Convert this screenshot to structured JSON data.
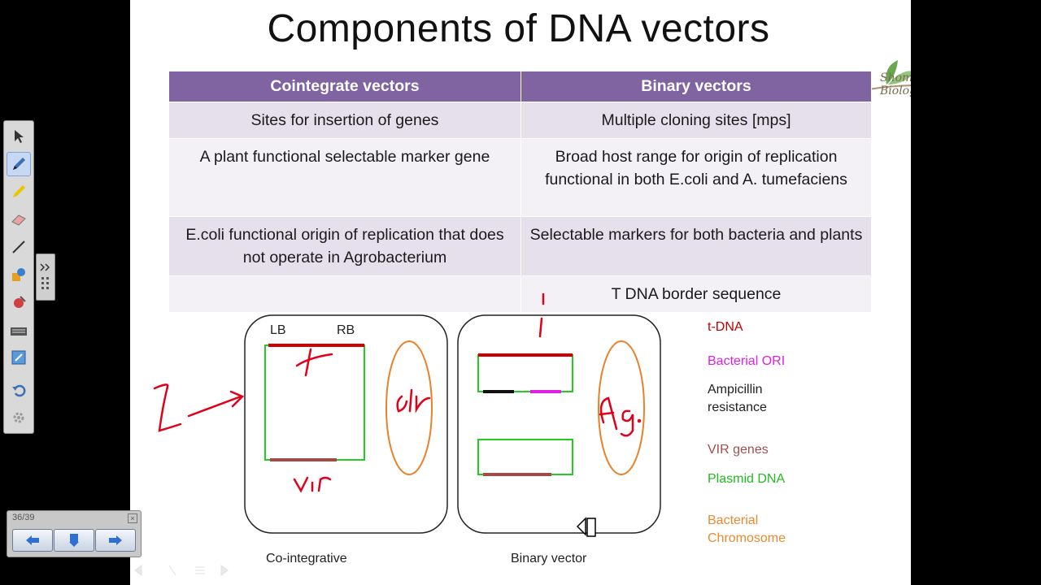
{
  "slide": {
    "title": "Components of DNA vectors",
    "table": {
      "headers": [
        "Cointegrate vectors",
        "Binary vectors"
      ],
      "rows": [
        [
          "Sites for insertion of genes",
          "Multiple cloning sites [mps]"
        ],
        [
          "A plant functional selectable marker gene",
          "Broad host range for origin of replication functional in both E.coli and A. tumefaciens"
        ],
        [
          "E.coli functional origin of replication that does not operate in Agrobacterium",
          "Selectable markers for both bacteria and plants"
        ],
        [
          "",
          "T DNA border sequence"
        ]
      ]
    },
    "diagram": {
      "left_caption": "Co-integrative",
      "right_caption": "Binary vector",
      "lb_label": "LB",
      "rb_label": "RB"
    },
    "legend": [
      {
        "label": "t-DNA",
        "color": "#c00000"
      },
      {
        "label": "Bacterial ORI",
        "color": "#e020e0"
      },
      {
        "label": "Ampicillin resistance",
        "color": "#222222"
      },
      {
        "label": "VIR genes",
        "color": "#a05050"
      },
      {
        "label": "Plasmid DNA",
        "color": "#22bb22"
      },
      {
        "label": "Bacterial Chromosome",
        "color": "#e88a30"
      }
    ],
    "logo_text": "Shomu's Biology"
  },
  "nav": {
    "page_counter": "36/39"
  },
  "colors": {
    "header_bg": "#8064a2",
    "row_light": "#e6e0ec",
    "row_lighter": "#f3f0f6",
    "annotation_red": "#e0001a"
  },
  "icons": [
    "pointer-icon",
    "pen-icon",
    "highlighter-icon",
    "eraser-icon",
    "line-icon",
    "shapes-icon",
    "fill-icon",
    "keyboard-icon",
    "screen-capture-icon",
    "undo-icon",
    "settings-icon",
    "prev-arrow-icon",
    "menu-icon",
    "next-arrow-icon",
    "close-icon"
  ]
}
